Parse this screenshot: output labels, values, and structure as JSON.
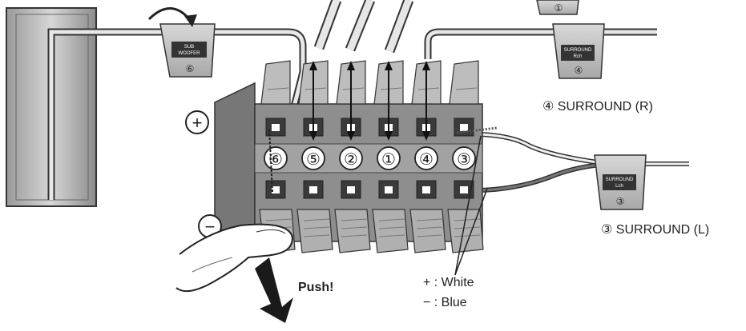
{
  "diagram": {
    "terminal_numbers": [
      "⑥",
      "⑤",
      "②",
      "①",
      "④",
      "③"
    ],
    "plus_symbol": "+",
    "minus_symbol": "−",
    "tags": {
      "subwoofer": {
        "text_line1": "SUB",
        "text_line2": "WOOFER",
        "number": "⑥"
      },
      "surround_r": {
        "text_line1": "SURROUND",
        "text_line2": "Rch",
        "number": "④"
      },
      "surround_l": {
        "text_line1": "SURROUND",
        "text_line2": "Lch",
        "number": "③"
      },
      "top": {
        "number": "①"
      }
    },
    "labels": {
      "surround_r": "④ SURROUND (R)",
      "surround_l": "③ SURROUND (L)",
      "push": "Push!",
      "white": "+ : White",
      "blue": "− : Blue"
    },
    "colors": {
      "line": "#3a3a3a",
      "terminal_body": "#8a8a8a",
      "terminal_dark": "#555555",
      "cable": "#e0e0e0",
      "tag_dark": "#333333"
    }
  }
}
